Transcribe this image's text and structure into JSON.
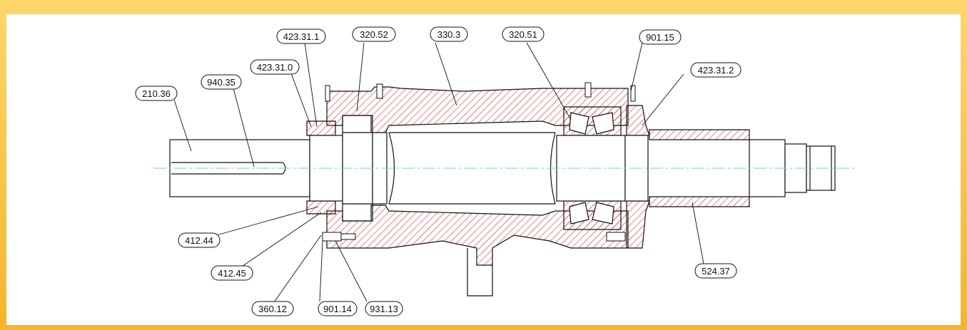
{
  "colors": {
    "frame": "#f7b928",
    "section_hatch": "#e03030",
    "centerline": "#7fc8e0",
    "outline": "#111111"
  },
  "labels": {
    "l_210_36": "210.36",
    "l_940_35": "940.35",
    "l_423_31_0": "423.31.0",
    "l_423_31_1": "423.31.1",
    "l_320_52": "320.52",
    "l_330_3": "330.3",
    "l_320_51": "320.51",
    "l_901_15": "901.15",
    "l_423_31_2": "423.31.2",
    "l_412_44": "412.44",
    "l_412_45": "412.45",
    "l_360_12": "360.12",
    "l_901_14": "901.14",
    "l_931_13": "931.13",
    "l_524_37": "524.37"
  }
}
